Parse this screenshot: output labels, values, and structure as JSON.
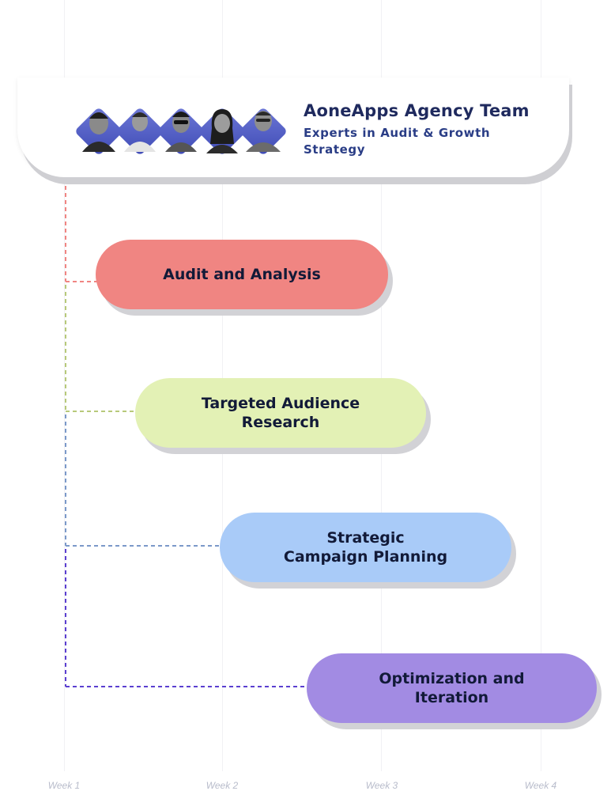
{
  "header": {
    "title": "AoneApps Agency Team",
    "subtitle": "Experts in Audit & Growth Strategy"
  },
  "avatars": [
    "team-member-1",
    "team-member-2",
    "team-member-3",
    "team-member-4",
    "team-member-5"
  ],
  "phases": [
    {
      "label": "Audit and Analysis",
      "color": "#f08582",
      "line_color": "#f08582"
    },
    {
      "label": "Targeted Audience Research",
      "color": "#e3f1b5",
      "line_color": "#b7c97a"
    },
    {
      "label": "Strategic Campaign Planning",
      "color": "#a9cbf8",
      "line_color": "#7b99c9"
    },
    {
      "label": "Optimization and Iteration",
      "color": "#a28be3",
      "line_color": "#5b3fd0"
    }
  ],
  "weeks": [
    "Week 1",
    "Week 2",
    "Week 3",
    "Week 4"
  ]
}
